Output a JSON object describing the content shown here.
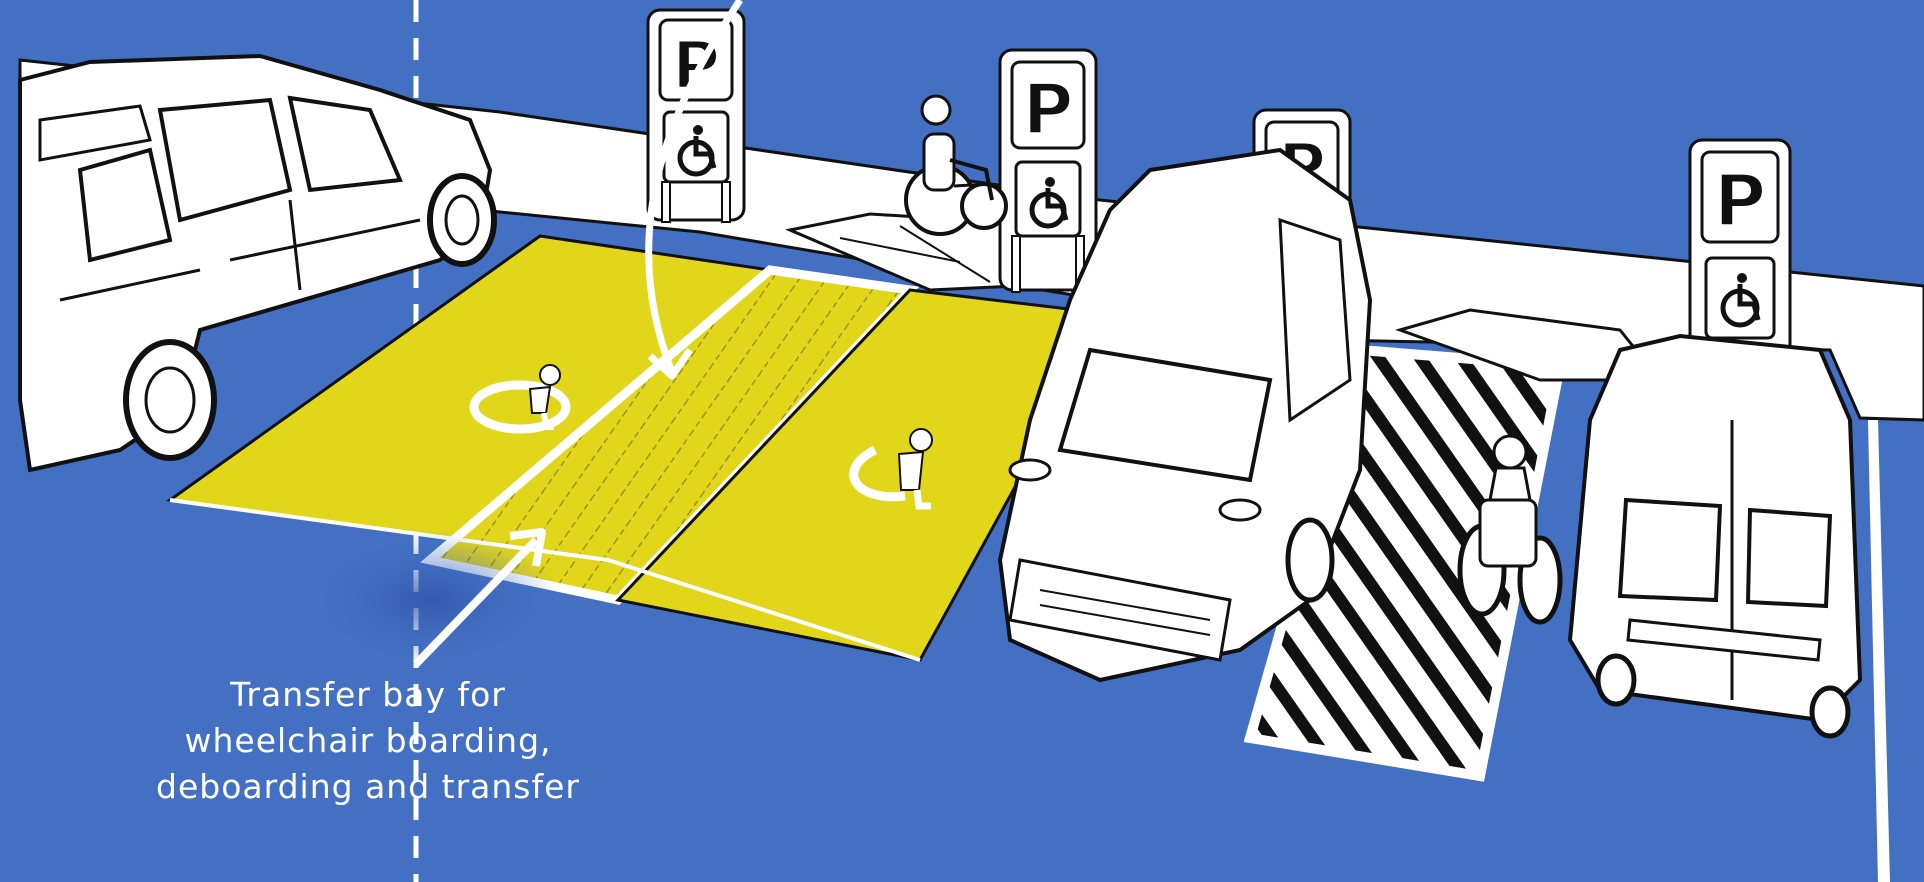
{
  "annotation": {
    "lines": [
      "Transfer bay for",
      "wheelchair boarding,",
      "deboarding and transfer"
    ]
  },
  "signs": {
    "parking_letter": "P"
  },
  "colors": {
    "background": "#4470c4",
    "bay_fill": "#e2d61a",
    "line_white": "#ffffff",
    "outline": "#111111"
  }
}
